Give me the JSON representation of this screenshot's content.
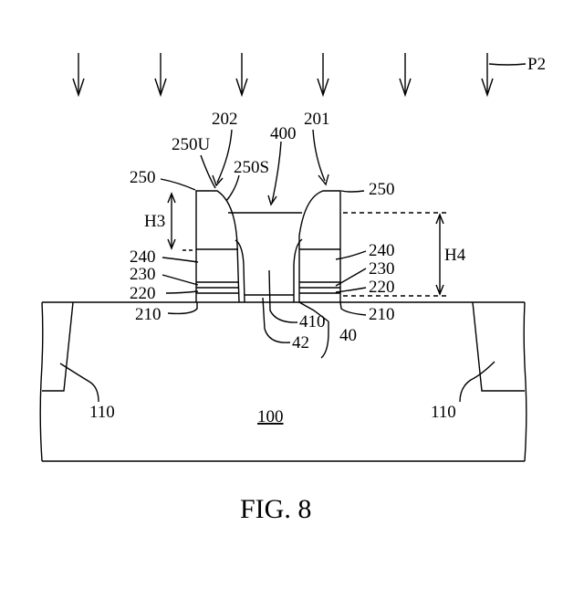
{
  "figure": {
    "caption": "FIG. 8",
    "labels": {
      "p2": "P2",
      "l202": "202",
      "l201": "201",
      "l250u": "250U",
      "l400": "400",
      "l250s": "250S",
      "l250_left": "250",
      "l250_right": "250",
      "h3": "H3",
      "h4": "H4",
      "l240_left": "240",
      "l240_right": "240",
      "l230_left": "230",
      "l230_right": "230",
      "l220_left": "220",
      "l220_right": "220",
      "l210_left": "210",
      "l210_right": "210",
      "l410": "410",
      "l42": "42",
      "l40": "40",
      "l110_left": "110",
      "l110_right": "110",
      "l100": "100"
    }
  }
}
